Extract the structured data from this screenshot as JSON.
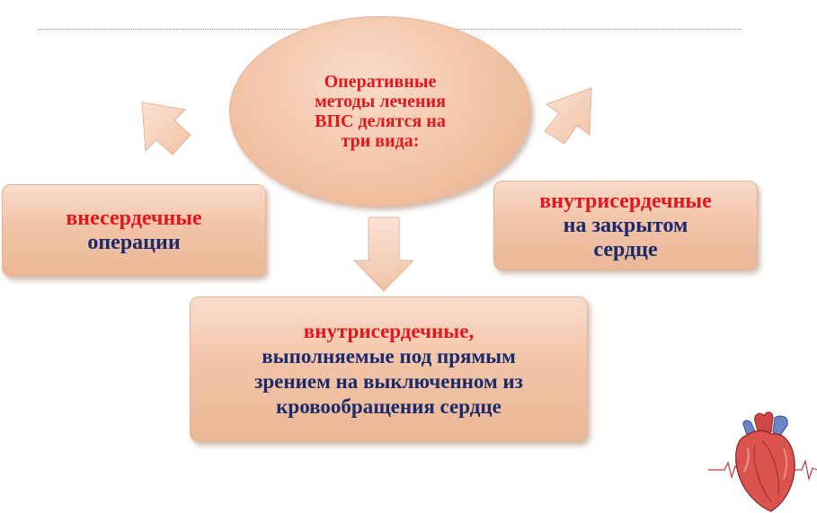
{
  "diagram": {
    "center": {
      "lines": [
        "Оперативные",
        "методы лечения",
        "ВПС делятся на",
        "три вида:"
      ]
    },
    "left_box": {
      "highlight": "внесердечные",
      "rest": "операции"
    },
    "right_box": {
      "highlight": "внутрисердечные",
      "rest_lines": [
        "на закрытом",
        "сердце"
      ]
    },
    "bottom_box": {
      "highlight": "внутрисердечные,",
      "rest_lines": [
        "выполняемые под прямым",
        "зрением на выключенном из",
        "кровообращения сердце"
      ]
    }
  },
  "colors": {
    "accent_red": "#e8141c",
    "navy": "#1b2a6b",
    "shape_fill": "#f2c4a8"
  },
  "icons": [
    "arrow-left-icon",
    "arrow-down-icon",
    "arrow-right-icon",
    "heart-icon"
  ]
}
